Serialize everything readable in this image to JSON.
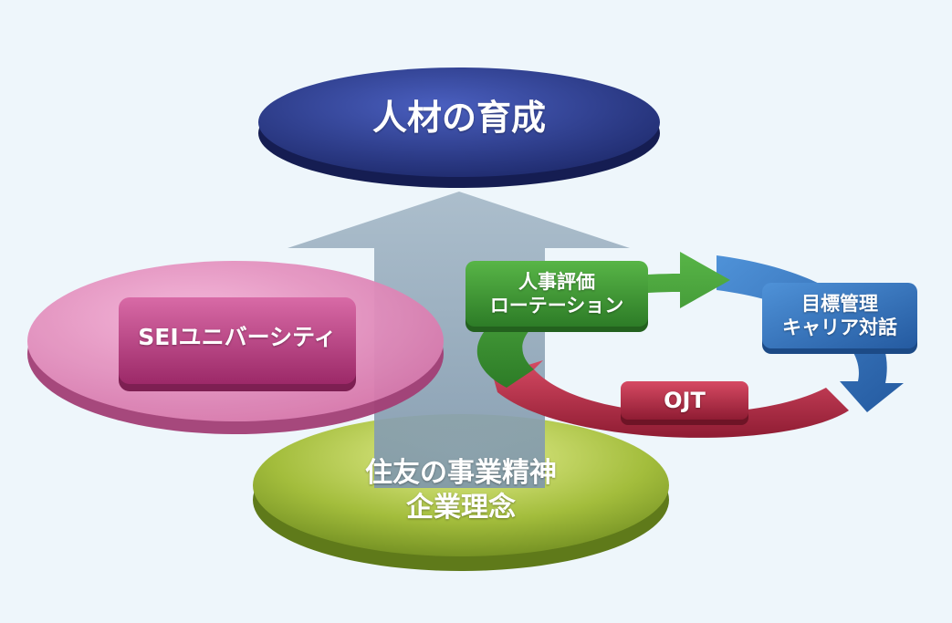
{
  "diagram": {
    "top_goal": "人材の育成",
    "left_program": "SEIユニバーシティ",
    "foundation": {
      "line1": "住友の事業精神",
      "line2": "企業理念"
    },
    "cycle": {
      "green": {
        "line1": "人事評価",
        "line2": "ローテーション"
      },
      "blue": {
        "line1": "目標管理",
        "line2": "キャリア対話"
      },
      "red": "OJT"
    },
    "colors": {
      "navy": "#25357e",
      "pink": "#c7528f",
      "olive": "#8ea82f",
      "green": "#3f9a33",
      "blue": "#2f6eb6",
      "red": "#b52c46",
      "arrow": "#8ea5b8"
    }
  }
}
